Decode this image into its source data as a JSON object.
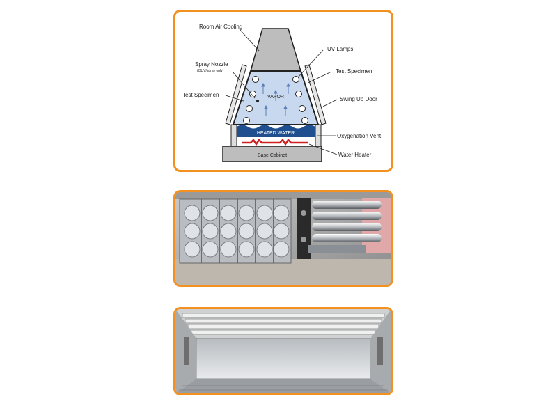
{
  "diagram": {
    "labels": {
      "room_air_cooling": "Room Air Cooling",
      "uv_lamps": "UV Lamps",
      "spray_nozzle": "Spray Nozzle",
      "spray_nozzle_note": "(QUV/spray only)",
      "test_specimen_right": "Test Specimen",
      "test_specimen_left": "Test Specimen",
      "swing_up_door": "Swing Up Door",
      "vapor": "VAPOR",
      "heated_water": "HEATED WATER",
      "oxygenation_vent": "Oxygenation Vent",
      "water_heater": "Water Heater",
      "base_cabinet": "Base Cabinet"
    }
  },
  "colors": {
    "accent_border": "#f29120",
    "water": "#1f4f8f",
    "heater": "#d02020",
    "chamber": "#c8d8ee"
  }
}
